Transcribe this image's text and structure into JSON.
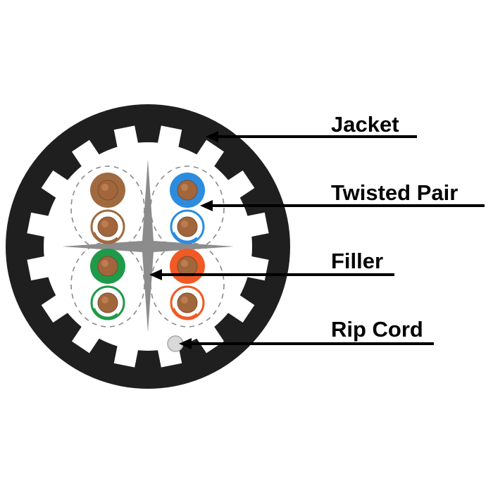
{
  "labels": {
    "jacket": "Jacket",
    "twisted_pair": "Twisted Pair",
    "filler": "Filler",
    "rip_cord": "Rip Cord"
  },
  "colors": {
    "background": "#ffffff",
    "jacket": "#1f1f1f",
    "separator": "#ffffff",
    "filler": "#8c8c8c",
    "copper": "#a2663d",
    "copper_highlight": "#c7875a",
    "pair_brown": "#a06a40",
    "pair_blue": "#2d8cde",
    "pair_green": "#1f9a48",
    "pair_orange": "#f15a24",
    "rip_cord": "#d9d9d9",
    "dashed_outline": "#8a8a8a",
    "text": "#000000"
  },
  "pairs": [
    {
      "name": "brown-pair",
      "color_key": "pair_brown"
    },
    {
      "name": "blue-pair",
      "color_key": "pair_blue"
    },
    {
      "name": "green-pair",
      "color_key": "pair_green"
    },
    {
      "name": "orange-pair",
      "color_key": "pair_orange"
    }
  ]
}
